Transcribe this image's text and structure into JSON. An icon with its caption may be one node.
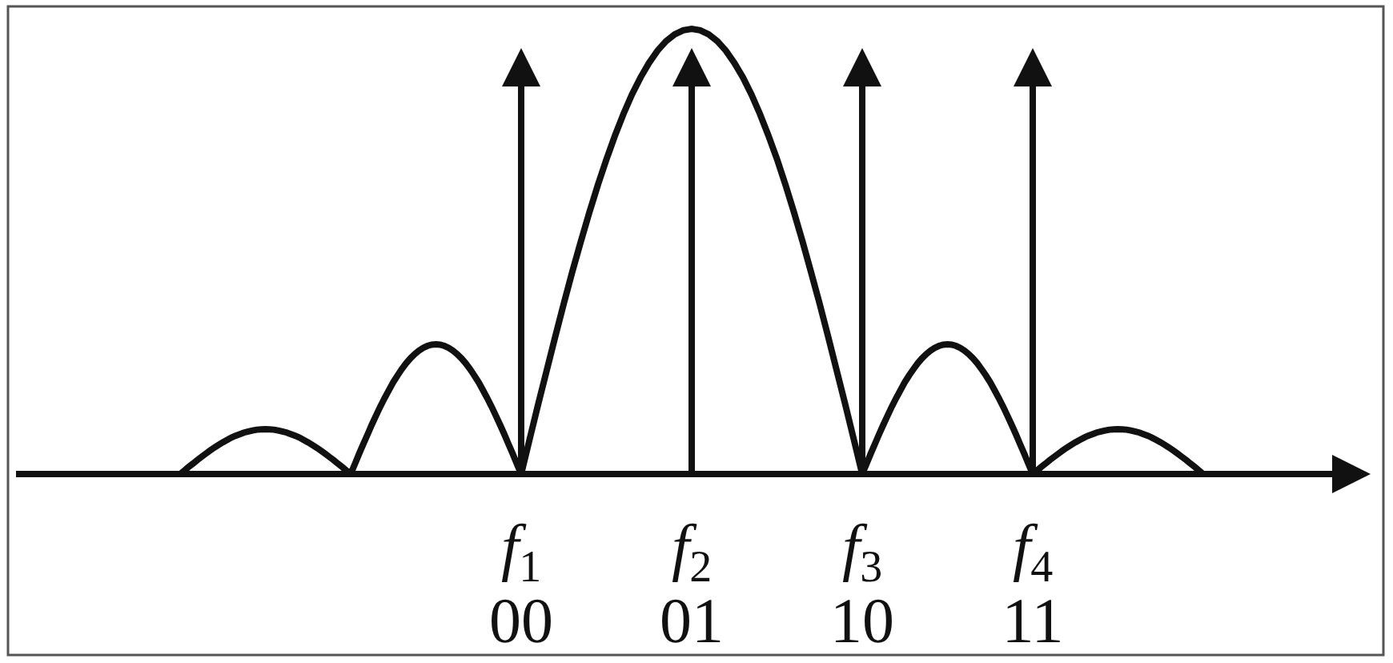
{
  "diagram": {
    "labels": [
      "*f*$_{1}$",
      "*f*$_{2}$",
      "*f*$_{3}$",
      "*f*$_{4}$",
      "00",
      "01",
      "10",
      "11"
    ]
  }
}
